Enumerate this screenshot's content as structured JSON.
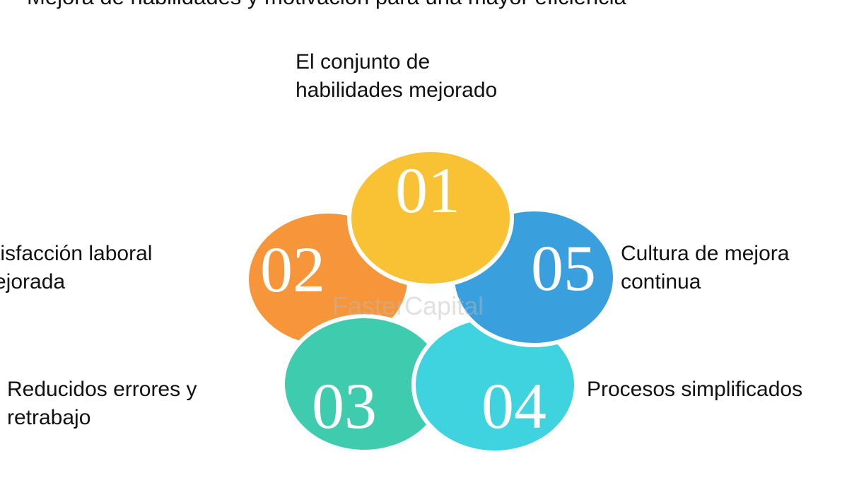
{
  "title": "Mejora de habilidades y motivación para una mayor eficiencia",
  "watermark": "FasterCapital",
  "items": [
    {
      "number": "01",
      "label_lines": [
        "El conjunto de",
        "habilidades mejorado"
      ],
      "color": "#F9C235"
    },
    {
      "number": "02",
      "label_lines": [
        "tisfacción laboral",
        "ejorada"
      ],
      "color": "#F7953A"
    },
    {
      "number": "03",
      "label_lines": [
        "Reducidos errores y",
        "retrabajo"
      ],
      "color": "#3FCCAE"
    },
    {
      "number": "04",
      "label_lines": [
        "Procesos simplificados"
      ],
      "color": "#3FD2DF"
    },
    {
      "number": "05",
      "label_lines": [
        "Cultura de mejora",
        "continua"
      ],
      "color": "#3A9FDD"
    }
  ]
}
